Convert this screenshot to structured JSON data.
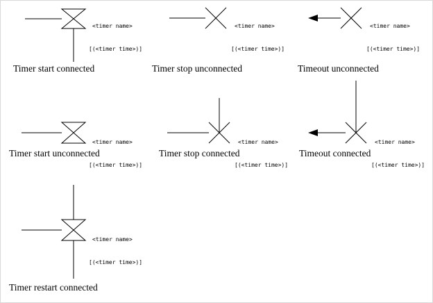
{
  "labels": {
    "timer_name": "<timer name>",
    "timer_time": "[(<timer time>)]"
  },
  "items": [
    {
      "caption": "Timer start connected"
    },
    {
      "caption": "Timer stop unconnected"
    },
    {
      "caption": "Timeout unconnected"
    },
    {
      "caption": "Timer start unconnected"
    },
    {
      "caption": "Timer stop connected"
    },
    {
      "caption": "Timeout connected"
    },
    {
      "caption": "Timer restart connected"
    }
  ],
  "colors": {
    "line": "#000000",
    "background": "#ffffff"
  }
}
